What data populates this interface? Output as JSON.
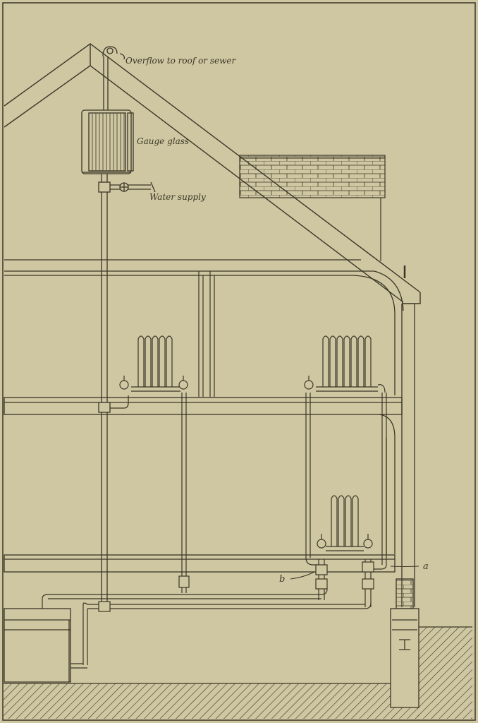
{
  "figure": {
    "paper_color": "#cfc7a2",
    "ink_color": "#3a3627"
  },
  "labels": {
    "overflow": "Overflow to roof or sewer",
    "gauge_glass": "Gauge glass",
    "water_supply": "Water supply",
    "point_a": "a",
    "point_b": "b"
  }
}
